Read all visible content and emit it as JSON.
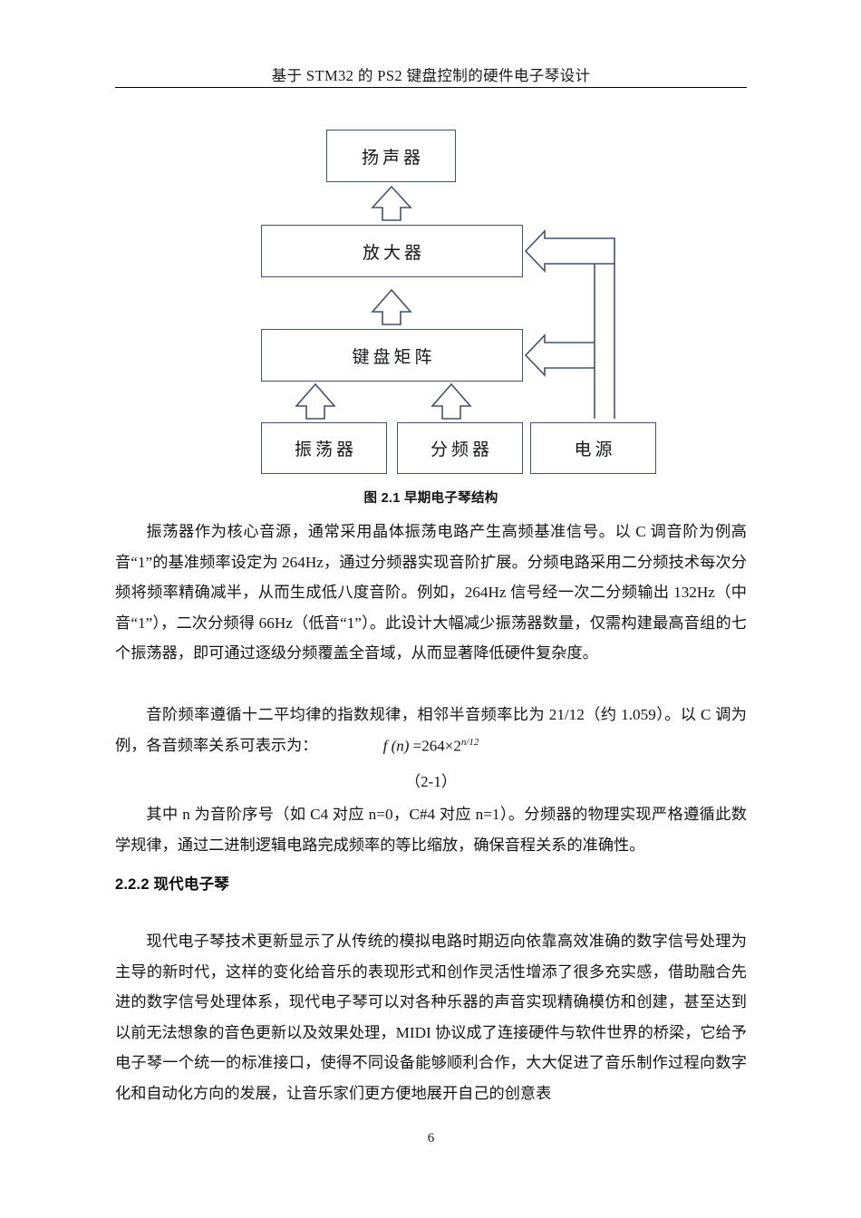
{
  "document": {
    "running_header": "基于 STM32 的 PS2 键盘控制的硬件电子琴设计",
    "page_number": "6"
  },
  "figure": {
    "caption": "图 2.1 早期电子琴结构",
    "border_color": "#41546C",
    "boxes": [
      {
        "id": "speaker",
        "label": "扬声器"
      },
      {
        "id": "amplifier",
        "label": "放大器"
      },
      {
        "id": "matrix",
        "label": "键盘矩阵"
      },
      {
        "id": "oscillator",
        "label": "振荡器"
      },
      {
        "id": "divider",
        "label": "分频器"
      },
      {
        "id": "power",
        "label": "电源"
      }
    ],
    "connections": [
      {
        "from": "amplifier",
        "to": "speaker",
        "direction": "up"
      },
      {
        "from": "matrix",
        "to": "amplifier",
        "direction": "up"
      },
      {
        "from": "oscillator",
        "to": "matrix",
        "direction": "up"
      },
      {
        "from": "divider",
        "to": "matrix",
        "direction": "up"
      },
      {
        "from": "power",
        "to": "amplifier",
        "direction": "left"
      },
      {
        "from": "power",
        "to": "matrix",
        "direction": "left"
      }
    ]
  },
  "body": {
    "paragraph_1": "振荡器作为核心音源，通常采用晶体振荡电路产生高频基准信号。以 C 调音阶为例高音“1”的基准频率设定为 264Hz，通过分频器实现音阶扩展。分频电路采用二分频技术每次分频将频率精确减半，从而生成低八度音阶。例如，264Hz 信号经一次二分频输出 132Hz（中音“1”），二次分频得 66Hz（低音“1”）。此设计大幅减少振荡器数量，仅需构建最高音组的七个振荡器，即可通过逐级分频覆盖全音域，从而显著降低硬件复杂度。",
    "paragraph_2": "音阶频率遵循十二平均律的指数规律，相邻半音频率比为 21/12（约 1.059）。以 C 调为例，各音频率关系可表示为：",
    "formula": {
      "lhs": "f (n)",
      "eq": " =",
      "coefficient": "264",
      "times": "×",
      "base": "2",
      "exponent": "n/12"
    },
    "equation_number": "（2-1）",
    "paragraph_3": "其中 n 为音阶序号（如 C4 对应 n=0，C#4 对应 n=1）。分频器的物理实现严格遵循此数学规律，通过二进制逻辑电路完成频率的等比缩放，确保音程关系的准确性。",
    "heading_2_2_2": "2.2.2 现代电子琴",
    "paragraph_4": "现代电子琴技术更新显示了从传统的模拟电路时期迈向依靠高效准确的数字信号处理为主导的新时代，这样的变化给音乐的表现形式和创作灵活性增添了很多充实感，借助融合先进的数字信号处理体系，现代电子琴可以对各种乐器的声音实现精确模仿和创建，甚至达到以前无法想象的音色更新以及效果处理，MIDI 协议成了连接硬件与软件世界的桥梁，它给予电子琴一个统一的标准接口，使得不同设备能够顺利合作，大大促进了音乐制作过程向数字化和自动化方向的发展，让音乐家们更方便地展开自己的创意表"
  }
}
